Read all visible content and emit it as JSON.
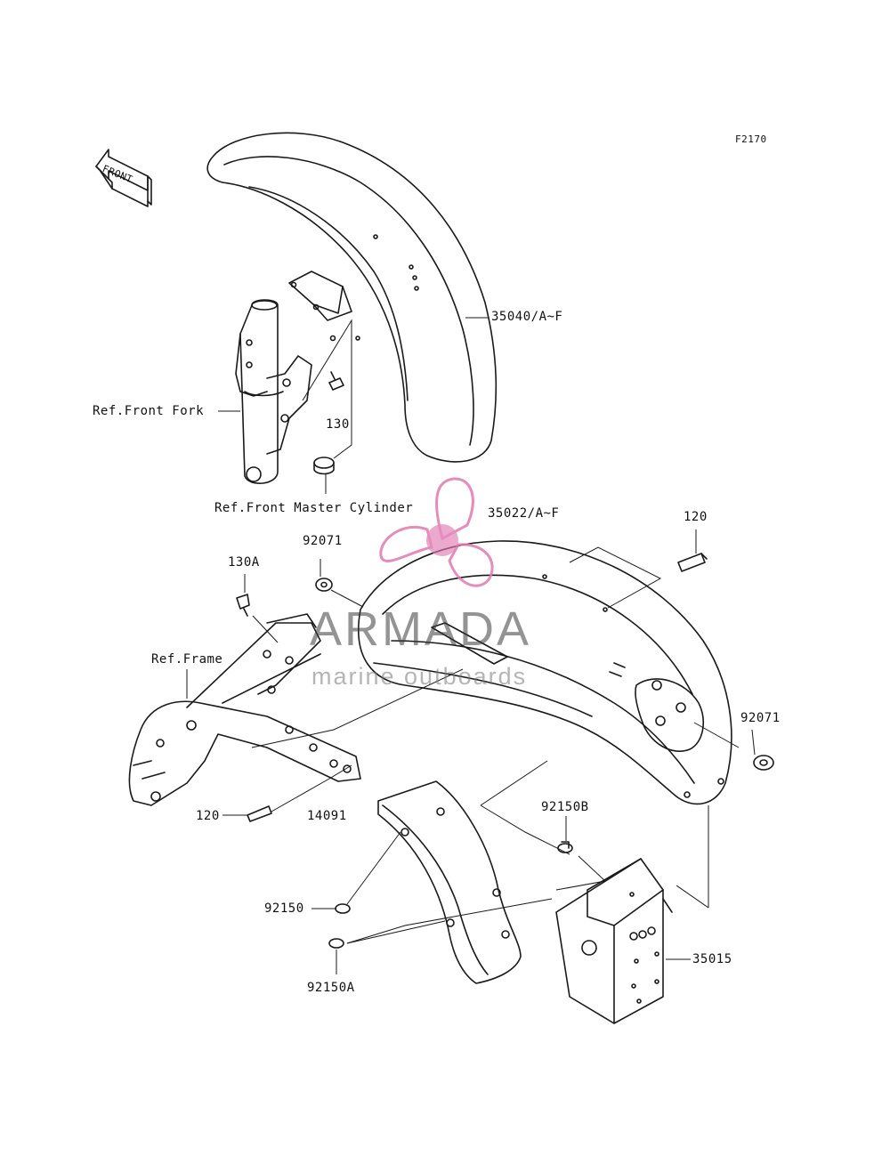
{
  "diagram": {
    "figure_code": "F2170",
    "front_arrow_label": "FRONT",
    "labels": {
      "p35040": "35040/A~F",
      "ref_front_fork": "Ref.Front Fork",
      "p130": "130",
      "ref_front_master_cylinder": "Ref.Front Master Cylinder",
      "p35022": "35022/A~F",
      "p120_top": "120",
      "p92071_top": "92071",
      "p130A": "130A",
      "ref_frame": "Ref.Frame",
      "p92071_right": "92071",
      "p120_bottom": "120",
      "p14091": "14091",
      "p92150B": "92150B",
      "p92150": "92150",
      "p35015": "35015",
      "p92150A": "92150A"
    }
  },
  "watermark": {
    "brand": "ARMADA",
    "tagline": "marine outboards",
    "color": "#e07ab0"
  }
}
